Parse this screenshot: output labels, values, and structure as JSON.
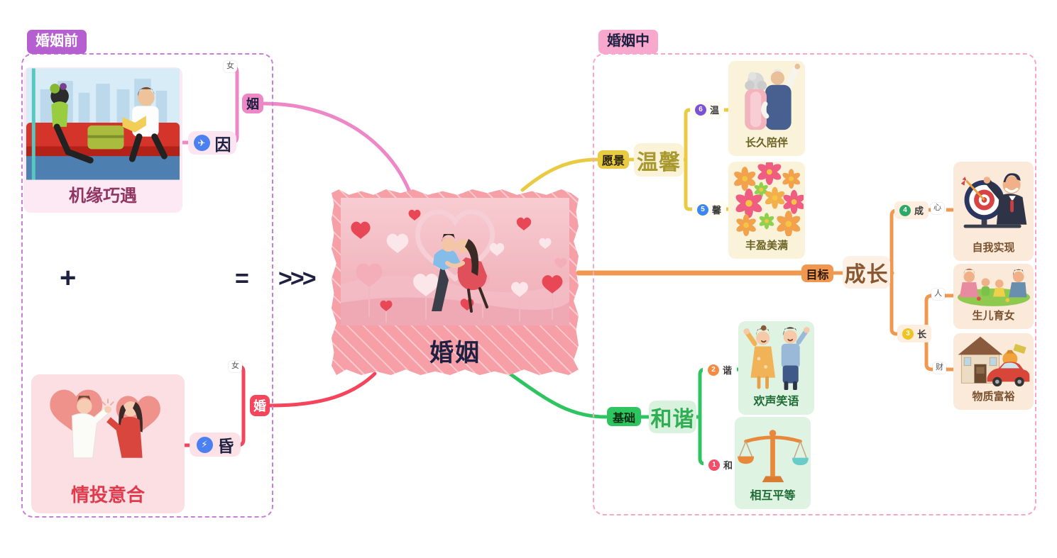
{
  "pre": {
    "badge": "婚姻前",
    "chance_card": "机缘巧遇",
    "affection_card": "情投意合",
    "plus": "+",
    "equals": "=",
    "arrows": ">>>",
    "yin": {
      "female": "女",
      "marriage_char": "姻",
      "cause_char": "因",
      "cause_icon": "plane-icon"
    },
    "hun": {
      "female": "女",
      "marriage_char": "婚",
      "dusk_char": "昏",
      "dusk_icon": "lightning-icon"
    }
  },
  "center": {
    "title": "婚姻"
  },
  "during": {
    "badge": "婚姻中",
    "vision": {
      "badge": "愿景",
      "node": "温馨",
      "warm": {
        "num": "6",
        "char": "温",
        "card": "长久陪伴"
      },
      "fragrant": {
        "num": "5",
        "char": "馨",
        "card": "丰盈美满"
      }
    },
    "goal": {
      "badge": "目标",
      "node": "成长",
      "achieve": {
        "num": "4",
        "char": "成",
        "sub": "心",
        "card": "自我实现"
      },
      "grow": {
        "num": "3",
        "char": "长",
        "sub_person": "人",
        "card_person": "生儿育女",
        "sub_wealth": "财",
        "card_wealth": "物质富裕"
      }
    },
    "foundation": {
      "badge": "基础",
      "node": "和谐",
      "xie": {
        "num": "2",
        "char": "谐",
        "card": "欢声笑语"
      },
      "he": {
        "num": "1",
        "char": "和",
        "card": "相互平等"
      }
    }
  },
  "colors": {
    "pre_badge": "#b55fd0",
    "pre_border": "#c77fd8",
    "during_badge": "#f8a8cc",
    "during_border": "#f8a6c6",
    "yin_branch": "#ee87c5",
    "hun_branch": "#f4455c",
    "vision_branch": "#e9cb43",
    "goal_branch": "#f0984f",
    "foundation_branch": "#2ec561",
    "num6": "#7b52d7",
    "num5": "#3d87ee",
    "num4": "#2aa968",
    "num3": "#efc320",
    "num2": "#f58a45",
    "num1": "#f25068",
    "dark_text": "#1e2142",
    "icon_circle": "#4a80f0"
  }
}
